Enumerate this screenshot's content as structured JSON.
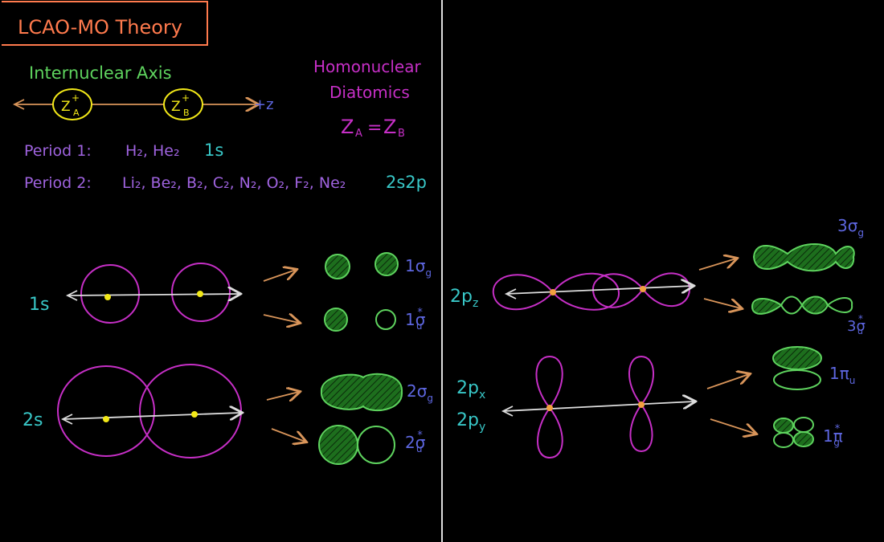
{
  "colors": {
    "background": "#000000",
    "title": "#ff7a4d",
    "green": "#5ed35e",
    "fill_green": "#1f7a1f",
    "magenta": "#c62fc6",
    "purple": "#9f63df",
    "blue": "#5d66df",
    "cyan": "#38c7c7",
    "yellow": "#f2e818",
    "orange": "#d9955a",
    "white": "#dddddd"
  },
  "title": "LCAO-MO Theory",
  "internuclear_axis": {
    "label": "Internuclear Axis",
    "nucleus_a": {
      "symbol": "Z",
      "charge": "+",
      "sub": "A"
    },
    "nucleus_b": {
      "symbol": "Z",
      "charge": "+",
      "sub": "B"
    },
    "axis_label": "+z"
  },
  "homonuclear": {
    "line1": "Homonuclear",
    "line2": "Diatomics",
    "equation": {
      "left": "Z",
      "left_sub": "A",
      "equals": "=",
      "right": "Z",
      "right_sub": "B"
    }
  },
  "period1": {
    "label": "Period 1:",
    "molecules": "H₂, He₂",
    "orbitals": "1s"
  },
  "period2": {
    "label": "Period 2:",
    "molecules": "Li₂, Be₂, B₂, C₂, N₂, O₂, F₂, Ne₂",
    "orbitals": "2s2p"
  },
  "rows": {
    "s1": {
      "ao_label": "1s",
      "mo_bonding": {
        "main": "1σ",
        "sub": "g",
        "sup": ""
      },
      "mo_antibonding": {
        "main": "1σ",
        "sub": "u",
        "sup": "*"
      }
    },
    "s2": {
      "ao_label": "2s",
      "mo_bonding": {
        "main": "2σ",
        "sub": "g",
        "sup": ""
      },
      "mo_antibonding": {
        "main": "2σ",
        "sub": "u",
        "sup": "*"
      }
    },
    "pz": {
      "ao_label": "2p",
      "ao_sub": "z",
      "mo_bonding": {
        "main": "3σ",
        "sub": "g",
        "sup": ""
      },
      "mo_antibonding": {
        "main": "3σ",
        "sub": "u",
        "sup": "*"
      }
    },
    "pxy": {
      "ao_label_x": "2p",
      "ao_sub_x": "x",
      "ao_label_y": "2p",
      "ao_sub_y": "y",
      "mo_bonding": {
        "main": "1π",
        "sub": "u",
        "sup": ""
      },
      "mo_antibonding": {
        "main": "1π",
        "sub": "g",
        "sup": "*"
      }
    }
  }
}
